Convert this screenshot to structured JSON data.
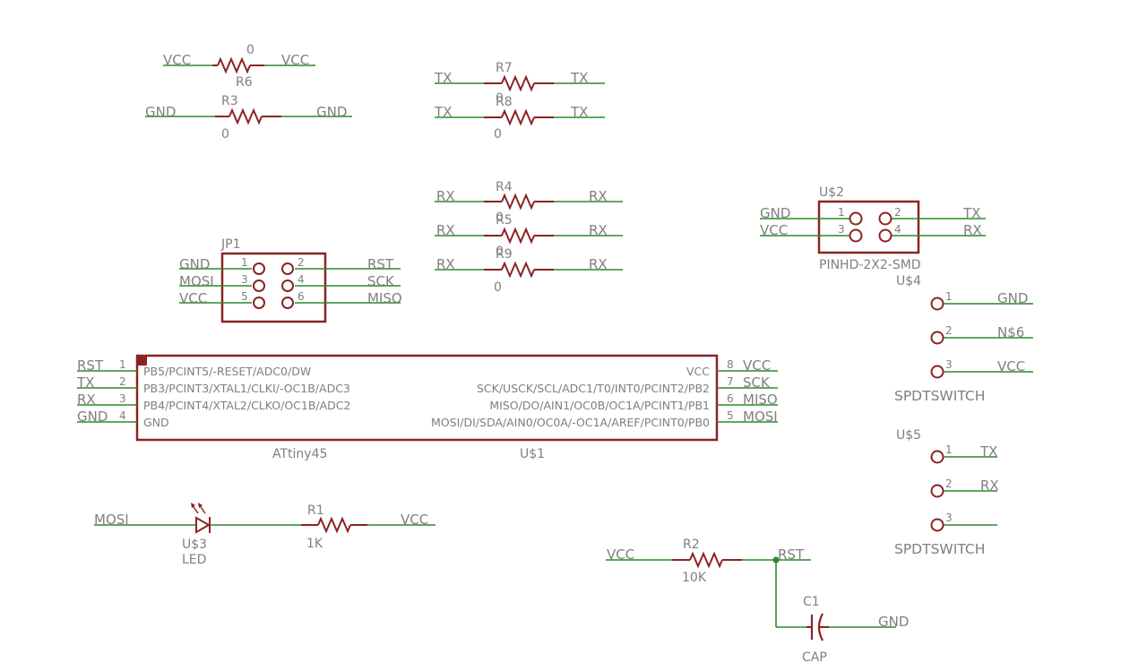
{
  "colors": {
    "wire": "#2a8a2a",
    "symbol": "#8b2323",
    "label": "#7f7f7f",
    "background": "#ffffff"
  },
  "nets": {
    "vcc": "VCC",
    "gnd": "GND",
    "tx": "TX",
    "rx": "RX",
    "rst": "RST",
    "mosi": "MOSI",
    "miso": "MISO",
    "sck": "SCK",
    "ns6": "N$6"
  },
  "resistors": {
    "r6": {
      "name": "R6",
      "value": "0"
    },
    "r3": {
      "name": "R3",
      "value": "0"
    },
    "r7": {
      "name": "R7",
      "value": "0"
    },
    "r8": {
      "name": "R8",
      "value": "0"
    },
    "r4": {
      "name": "R4",
      "value": "0"
    },
    "r5": {
      "name": "R5",
      "value": "0"
    },
    "r9": {
      "name": "R9",
      "value": "0"
    },
    "r1": {
      "name": "R1",
      "value": "1K"
    },
    "r2": {
      "name": "R2",
      "value": "10K"
    }
  },
  "jp1": {
    "name": "JP1",
    "pins": [
      "1",
      "2",
      "3",
      "4",
      "5",
      "6"
    ]
  },
  "u2": {
    "name": "U$2",
    "value": "PINHD-2X2-SMD",
    "pins": [
      "1",
      "2",
      "3",
      "4"
    ]
  },
  "u4": {
    "name": "U$4",
    "value": "SPDTSWITCH",
    "pins": [
      "1",
      "2",
      "3"
    ]
  },
  "u5": {
    "name": "U$5",
    "value": "SPDTSWITCH",
    "pins": [
      "1",
      "2",
      "3"
    ]
  },
  "u1": {
    "name": "U$1",
    "value": "ATtiny45",
    "left_pins": [
      "1",
      "2",
      "3",
      "4"
    ],
    "right_pins": [
      "8",
      "7",
      "6",
      "5"
    ],
    "left_functions": [
      "PB5/PCINT5/-RESET/ADC0/DW",
      "PB3/PCINT3/XTAL1/CLKI/-OC1B/ADC3",
      "PB4/PCINT4/XTAL2/CLKO/OC1B/ADC2",
      "GND"
    ],
    "right_functions": [
      "VCC",
      "SCK/USCK/SCL/ADC1/T0/INT0/PCINT2/PB2",
      "MISO/DO/AIN1/OC0B/OC1A/PCINT1/PB1",
      "MOSI/DI/SDA/AIN0/OC0A/-OC1A/AREF/PCINT0/PB0"
    ]
  },
  "u3": {
    "name": "U$3",
    "value": "LED"
  },
  "c1": {
    "name": "C1",
    "value": "CAP"
  }
}
